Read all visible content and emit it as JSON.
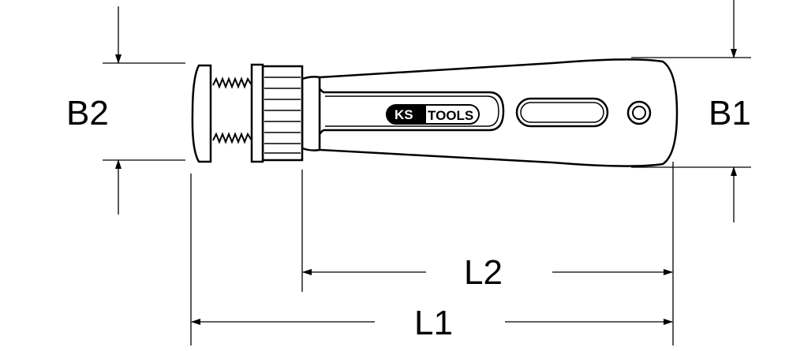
{
  "labels": {
    "b1": "B1",
    "b2": "B2",
    "l1": "L1",
    "l2": "L2"
  },
  "logo": {
    "ks": "KS",
    "tools": "TOOLS"
  },
  "colors": {
    "line": "#000000",
    "background": "#ffffff"
  }
}
